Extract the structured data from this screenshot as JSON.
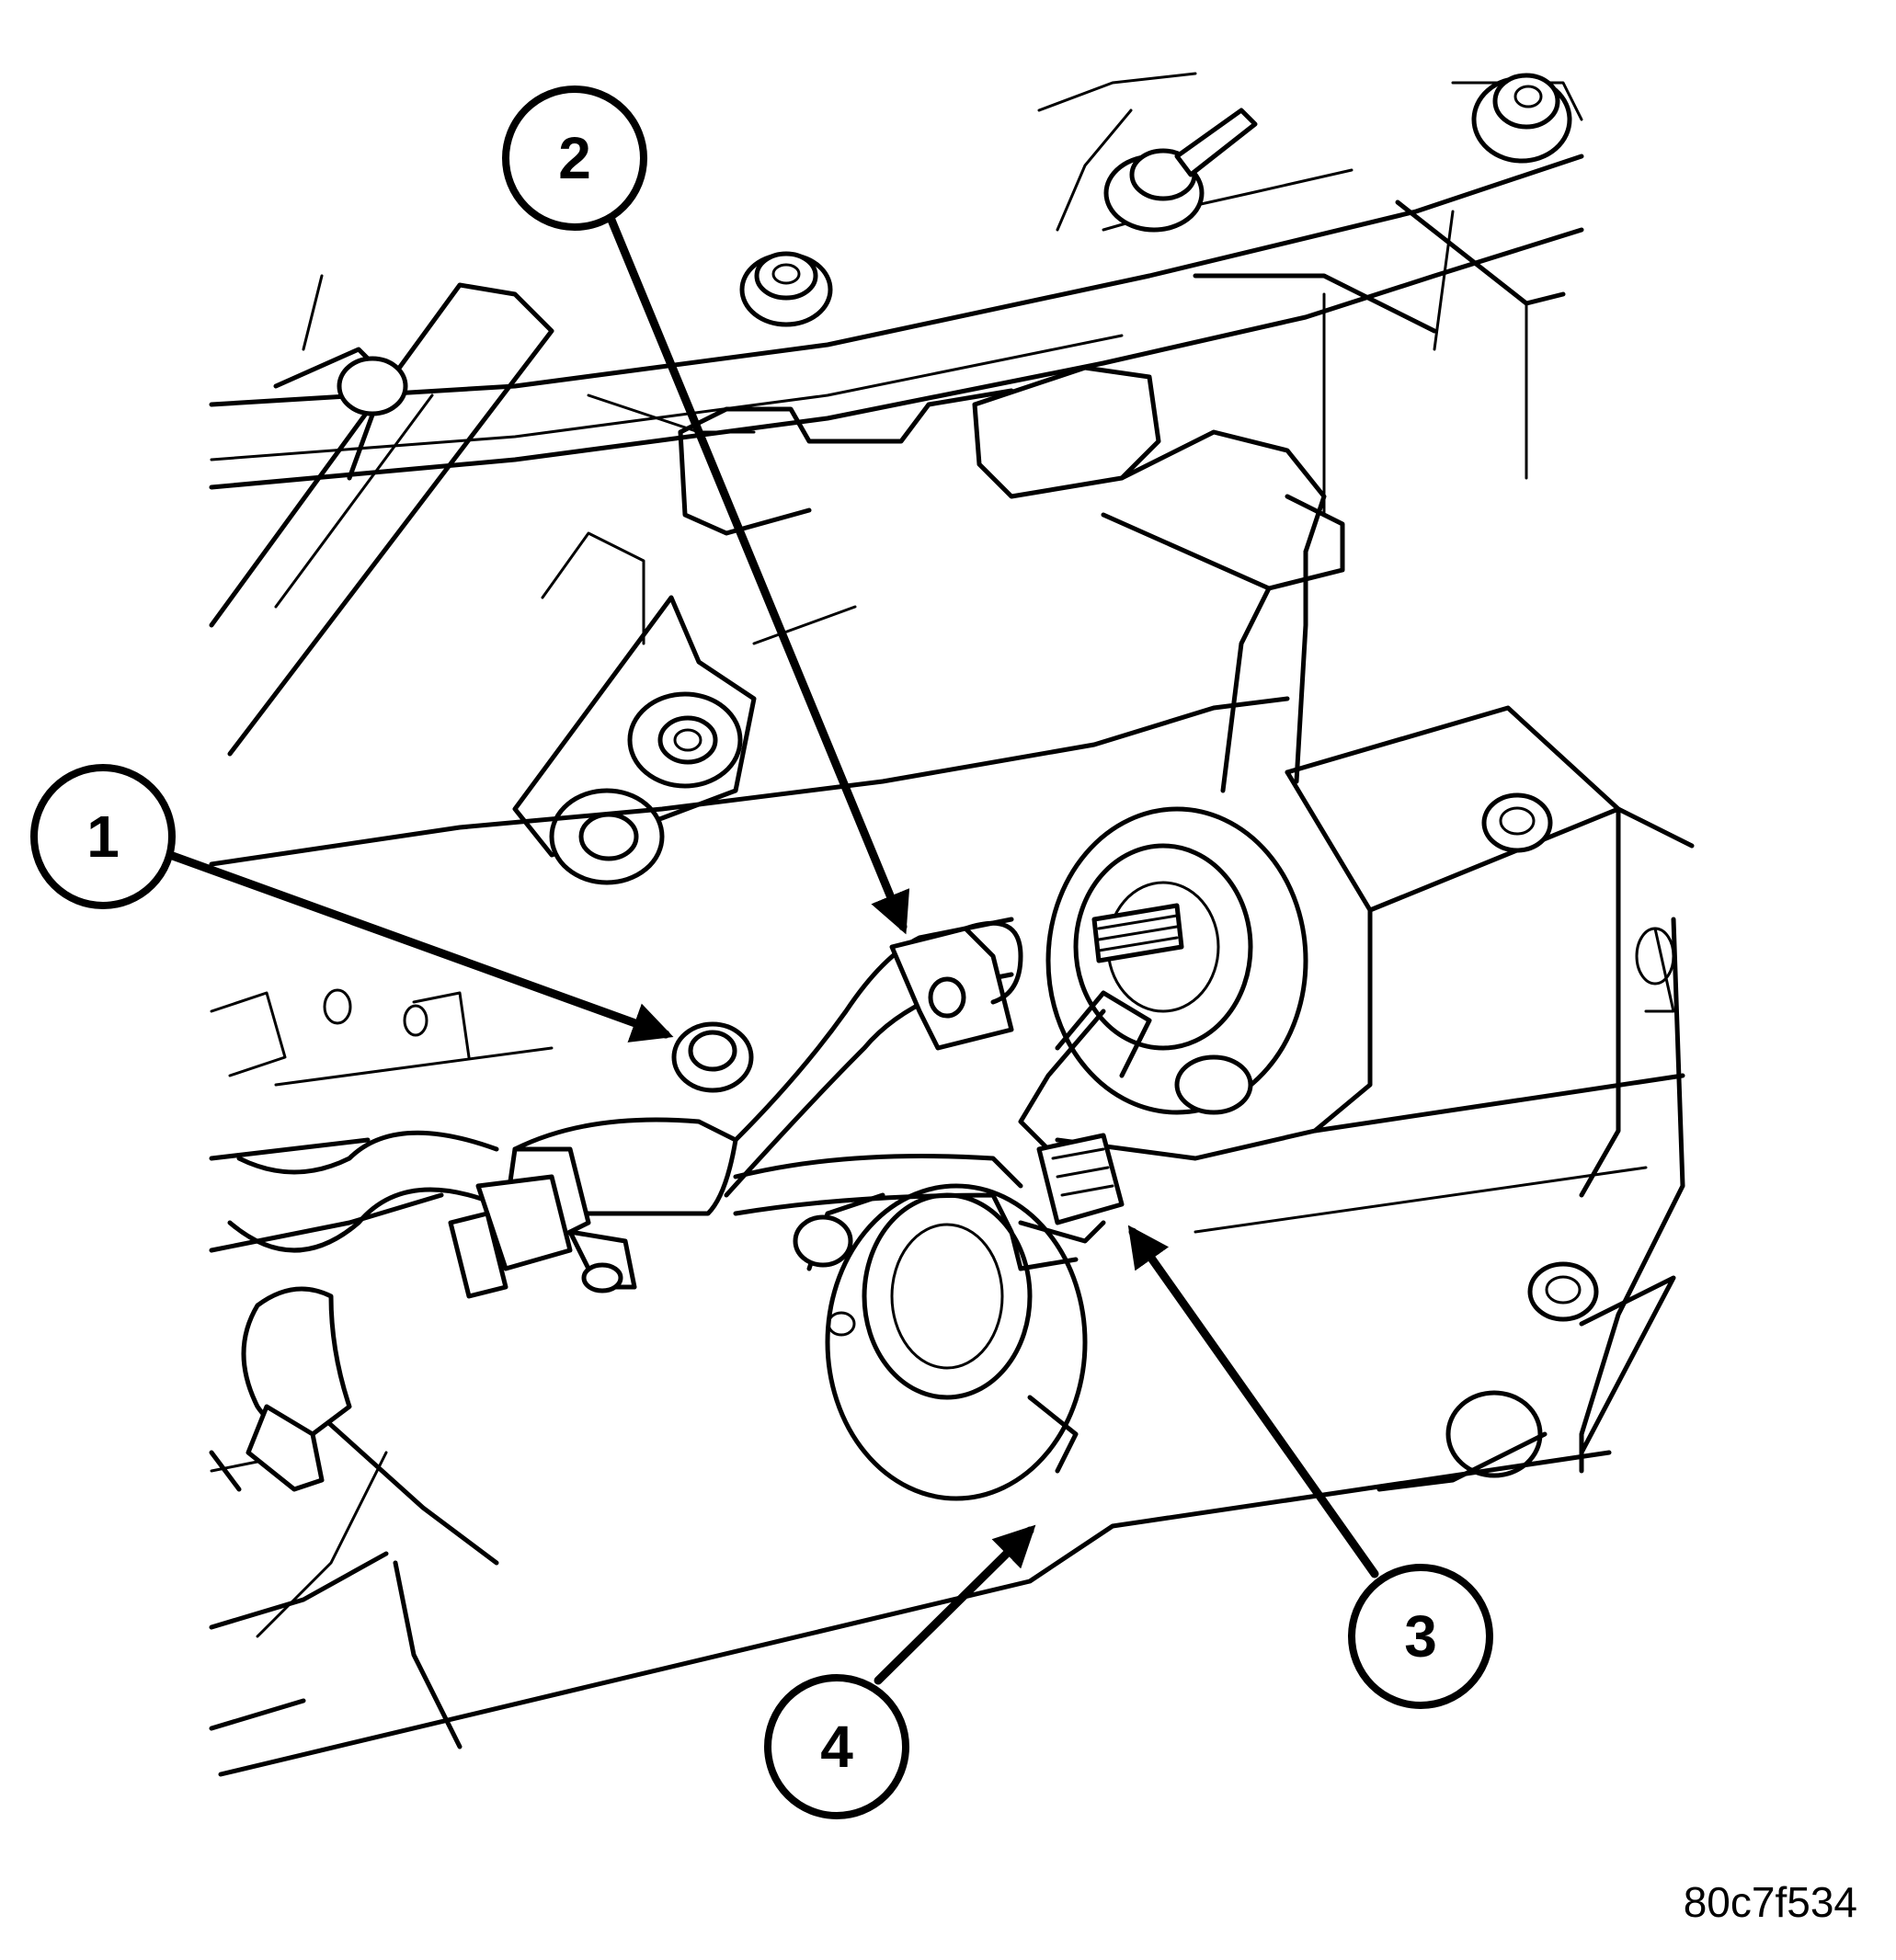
{
  "figure_id": "80c7f534",
  "callouts": [
    {
      "label": "1"
    },
    {
      "label": "2"
    },
    {
      "label": "3"
    },
    {
      "label": "4"
    }
  ]
}
